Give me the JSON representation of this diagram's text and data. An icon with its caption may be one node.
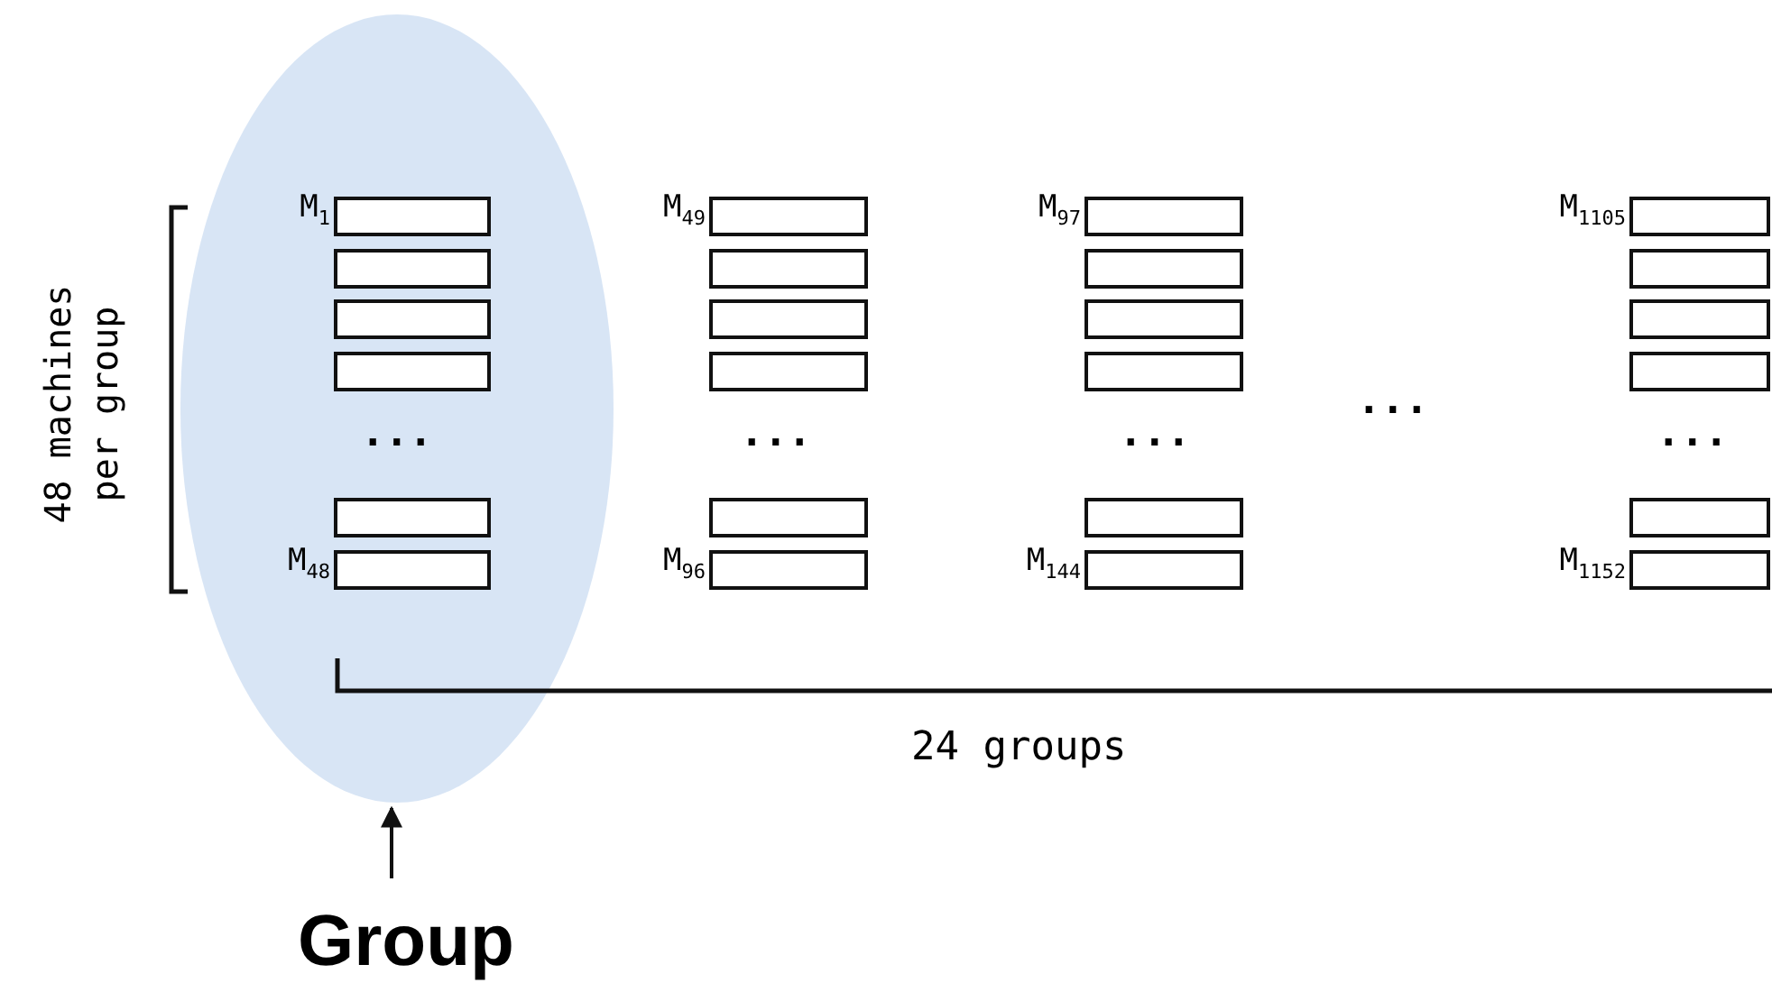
{
  "diagram": {
    "nodes": [
      {
        "text": [],
        "shape": "ellipse"
      },
      {
        "text": [],
        "shape": "box",
        "in": 0,
        "beside": [
          "M$_{1}$"
        ]
      },
      {
        "text": [],
        "shape": "box",
        "in": 0
      },
      {
        "text": [],
        "shape": "box",
        "in": 0
      },
      {
        "text": [],
        "shape": "box",
        "in": 0
      },
      {
        "text": [],
        "shape": "box",
        "in": 0
      },
      {
        "text": [],
        "shape": "box",
        "in": 0,
        "beside": [
          "M$_{48}$"
        ]
      },
      {
        "text": [],
        "shape": "box",
        "beside": [
          "M$_{49}$"
        ]
      },
      {
        "text": [],
        "shape": "box"
      },
      {
        "text": [],
        "shape": "box"
      },
      {
        "text": [],
        "shape": "box"
      },
      {
        "text": [],
        "shape": "box"
      },
      {
        "text": [],
        "shape": "box",
        "beside": [
          "M$_{96}$"
        ]
      },
      {
        "text": [],
        "shape": "box",
        "beside": [
          "M$_{97}$"
        ]
      },
      {
        "text": [],
        "shape": "box"
      },
      {
        "text": [],
        "shape": "box"
      },
      {
        "text": [],
        "shape": "box"
      },
      {
        "text": [],
        "shape": "box"
      },
      {
        "text": [],
        "shape": "box",
        "beside": [
          "M$_{144}$"
        ]
      },
      {
        "text": [],
        "shape": "box",
        "beside": [
          "M$_{1105}$"
        ]
      },
      {
        "text": [],
        "shape": "box"
      },
      {
        "text": [],
        "shape": "box"
      },
      {
        "text": [],
        "shape": "box"
      },
      {
        "text": [],
        "shape": "box"
      },
      {
        "text": [],
        "shape": "box",
        "beside": [
          "M$_{1152}$"
        ]
      },
      {
        "text": [
          "Group"
        ]
      }
    ],
    "edges": [
      {
        "from": 25,
        "to": 0,
        "arrow": "to"
      }
    ],
    "labels": [
      "48 machines per group",
      "...",
      "...",
      "...",
      "...",
      "...",
      "24 groups"
    ]
  }
}
